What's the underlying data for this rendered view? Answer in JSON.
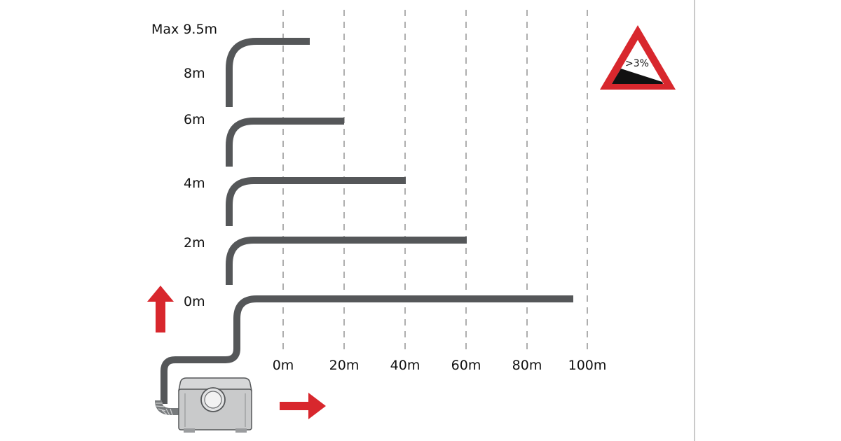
{
  "diagram": {
    "height_labels": [
      "Max 9.5m",
      "8m",
      "6m",
      "4m",
      "2m",
      "0m"
    ],
    "distance_labels": [
      "0m",
      "20m",
      "40m",
      "60m",
      "80m",
      "100m"
    ],
    "warning_sign": {
      "text": ">3%",
      "border_color": "#d8272d",
      "fill_color": "#ffffff",
      "slope_color": "#111111"
    },
    "pipe_runs": [
      {
        "height_m": 9.5,
        "distance_m": 8
      },
      {
        "height_m": 6,
        "distance_m": 20
      },
      {
        "height_m": 4,
        "distance_m": 40
      },
      {
        "height_m": 2,
        "distance_m": 60
      },
      {
        "height_m": 0,
        "distance_m": 95
      }
    ],
    "colors": {
      "pipe": "#555759",
      "arrow": "#d8272d",
      "grid": "#9a9a9a",
      "pump_body": "#c9cacb"
    },
    "icons": [
      "up-arrow-icon",
      "right-arrow-icon",
      "pump-icon",
      "warning-triangle-icon"
    ]
  }
}
